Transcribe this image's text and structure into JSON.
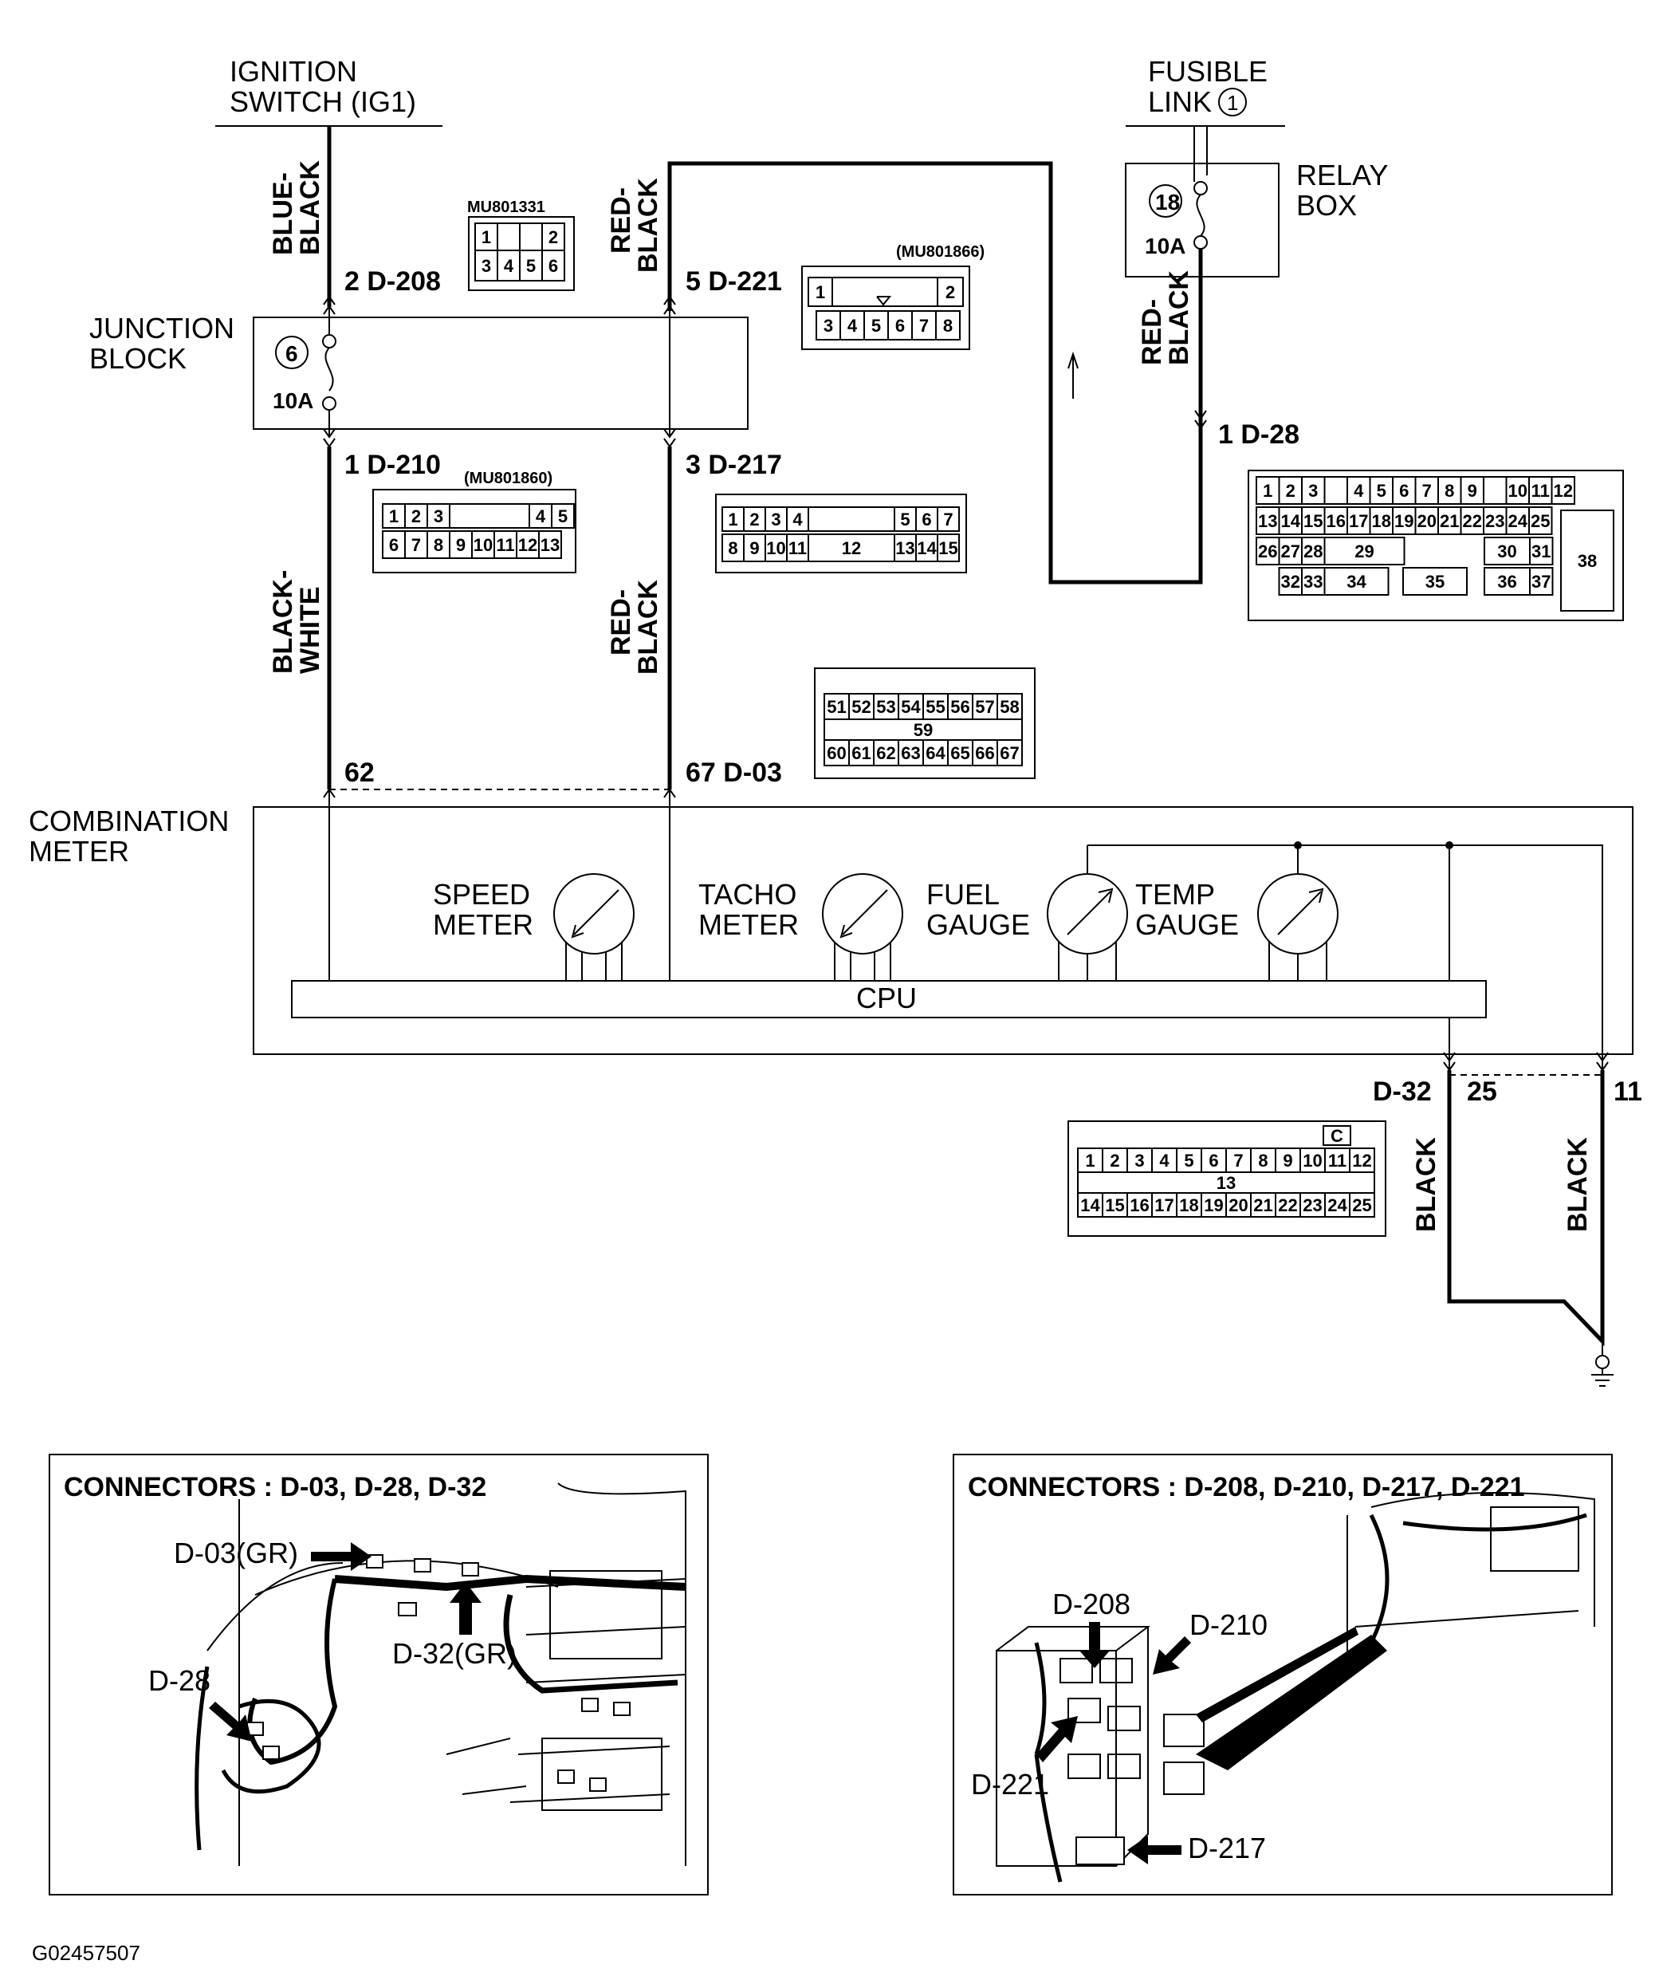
{
  "labels": {
    "ignition_1": "IGNITION",
    "ignition_2": "SWITCH (IG1)",
    "fusible_1": "FUSIBLE",
    "fusible_2": "LINK",
    "fusible_num": "1",
    "relay_1": "RELAY",
    "relay_2": "BOX",
    "relay_fuse_num": "18",
    "relay_fuse_amp": "10A",
    "junction_1": "JUNCTION",
    "junction_2": "BLOCK",
    "junction_fuse_num": "6",
    "junction_fuse_amp": "10A",
    "combo_1": "COMBINATION",
    "combo_2": "METER",
    "speed_1": "SPEED",
    "speed_2": "METER",
    "tacho_1": "TACHO",
    "tacho_2": "METER",
    "fuel_1": "FUEL",
    "fuel_2": "GAUGE",
    "temp_1": "TEMP",
    "temp_2": "GAUGE",
    "cpu": "CPU",
    "figure_id": "G02457507"
  },
  "wires": {
    "blue_black_1": "BLUE-",
    "blue_black_2": "BLACK",
    "red_black_1": "RED-",
    "red_black_2": "BLACK",
    "black_white_1": "BLACK-",
    "black_white_2": "WHITE",
    "black": "BLACK"
  },
  "terminals": {
    "t_d208": "2 D-208",
    "t_d221": "5 D-221",
    "t_d210": "1 D-210",
    "t_d217": "3 D-217",
    "t_62": "62",
    "t_d03": "67 D-03",
    "t_d28": "1 D-28",
    "t_d32": "D-32",
    "t_25": "25",
    "t_11": "11"
  },
  "part_numbers": {
    "mu801331": "MU801331",
    "mu801866": "(MU801866)",
    "mu801860": "(MU801860)"
  },
  "connector_pins": {
    "c208": [
      "1",
      "2",
      "3",
      "4",
      "5",
      "6"
    ],
    "c221": [
      "1",
      "2",
      "3",
      "4",
      "5",
      "6",
      "7",
      "8"
    ],
    "c210": [
      "1",
      "2",
      "3",
      "4",
      "5",
      "6",
      "7",
      "8",
      "9",
      "10",
      "11",
      "12",
      "13"
    ],
    "c217": [
      "1",
      "2",
      "3",
      "4",
      "5",
      "6",
      "7",
      "8",
      "9",
      "10",
      "11",
      "12",
      "13",
      "14",
      "15"
    ],
    "c03": [
      "51",
      "52",
      "53",
      "54",
      "55",
      "56",
      "57",
      "58",
      "59",
      "60",
      "61",
      "62",
      "63",
      "64",
      "65",
      "66",
      "67"
    ],
    "c28": [
      "1",
      "2",
      "3",
      "4",
      "5",
      "6",
      "7",
      "8",
      "9",
      "10",
      "11",
      "12",
      "13",
      "14",
      "15",
      "16",
      "17",
      "18",
      "19",
      "20",
      "21",
      "22",
      "23",
      "24",
      "25",
      "26",
      "27",
      "28",
      "29",
      "30",
      "31",
      "32",
      "33",
      "34",
      "35",
      "36",
      "37",
      "38"
    ],
    "c32": [
      "1",
      "2",
      "3",
      "4",
      "5",
      "6",
      "7",
      "8",
      "9",
      "10",
      "11",
      "12",
      "13",
      "14",
      "15",
      "16",
      "17",
      "18",
      "19",
      "20",
      "21",
      "22",
      "23",
      "24",
      "25"
    ],
    "c32_tag": "C"
  },
  "locations": {
    "left_title": "CONNECTORS : D-03, D-28, D-32",
    "left_d03": "D-03(GR)",
    "left_d32": "D-32(GR)",
    "left_d28": "D-28",
    "right_title": "CONNECTORS : D-208, D-210, D-217, D-221",
    "right_d208": "D-208",
    "right_d210": "D-210",
    "right_d221": "D-221",
    "right_d217": "D-217"
  }
}
